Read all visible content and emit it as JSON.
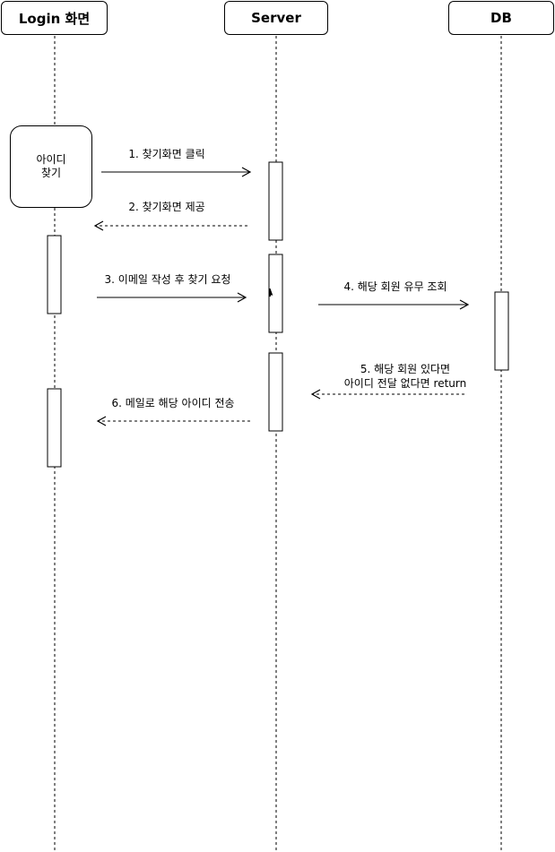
{
  "participants": [
    {
      "id": "login",
      "label": "Login 화면"
    },
    {
      "id": "server",
      "label": "Server"
    },
    {
      "id": "db",
      "label": "DB"
    }
  ],
  "actor": {
    "label_line1": "아이디",
    "label_line2": "찾기"
  },
  "messages": [
    {
      "id": "m1",
      "text": "1. 찾기화면 클릭",
      "style": "solid",
      "from": "login",
      "to": "server"
    },
    {
      "id": "m2",
      "text": "2. 찾기화면 제공",
      "style": "dashed",
      "from": "server",
      "to": "login"
    },
    {
      "id": "m3",
      "text": "3. 이메일 작성 후 찾기 요청",
      "style": "solid",
      "from": "login",
      "to": "server"
    },
    {
      "id": "m4",
      "text": "4. 해당 회원 유무 조회",
      "style": "solid",
      "from": "server",
      "to": "db"
    },
    {
      "id": "m5",
      "text_line1": "5. 해당 회원 있다면",
      "text_line2": "아이디 전달 없다면 return",
      "style": "dashed",
      "from": "db",
      "to": "server"
    },
    {
      "id": "m6",
      "text": "6. 메일로 해당 아이디 전송",
      "style": "dashed",
      "from": "server",
      "to": "login"
    }
  ],
  "colors": {
    "line": "#000000",
    "background": "#ffffff"
  }
}
